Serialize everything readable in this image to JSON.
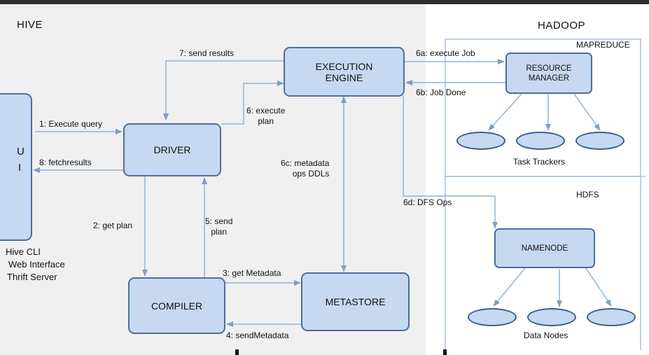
{
  "sections": {
    "hive": "HIVE",
    "hadoop": "HADOOP"
  },
  "hadoop": {
    "mapreduce_label": "MAPREDUCE",
    "hdfs_label": "HDFS"
  },
  "ui": {
    "letter1": "U",
    "letter2": "I",
    "clients": [
      "Hive CLI",
      "Web Interface",
      "Thrift Server"
    ]
  },
  "components": {
    "execution_engine": [
      "EXECUTION",
      "ENGINE"
    ],
    "driver": "DRIVER",
    "compiler": "COMPILER",
    "metastore": "METASTORE",
    "resource_manager": [
      "RESOURCE",
      "MANAGER"
    ],
    "namenode": "NAMENODE"
  },
  "groups": {
    "task_trackers": "Task Trackers",
    "data_nodes": "Data Nodes"
  },
  "steps": {
    "s1": "1: Execute query",
    "s8": "8: fetchresults",
    "s7": "7: send results",
    "s6": [
      "6: execute",
      "plan"
    ],
    "s2": "2: get plan",
    "s5": [
      "5: send",
      "plan"
    ],
    "s6c": [
      "6c: metadata",
      "ops DDLs"
    ],
    "s3": "3: get Metadata",
    "s4": "4: sendMetadata",
    "s6a": "6a: execute Job",
    "s6b": "6b:  Job  Done",
    "s6d": "6d:  DFS Ops"
  },
  "colors": {
    "box_fill": "#c6d9f1",
    "box_border": "#4d6f99",
    "arrow": "#93b1d6"
  }
}
